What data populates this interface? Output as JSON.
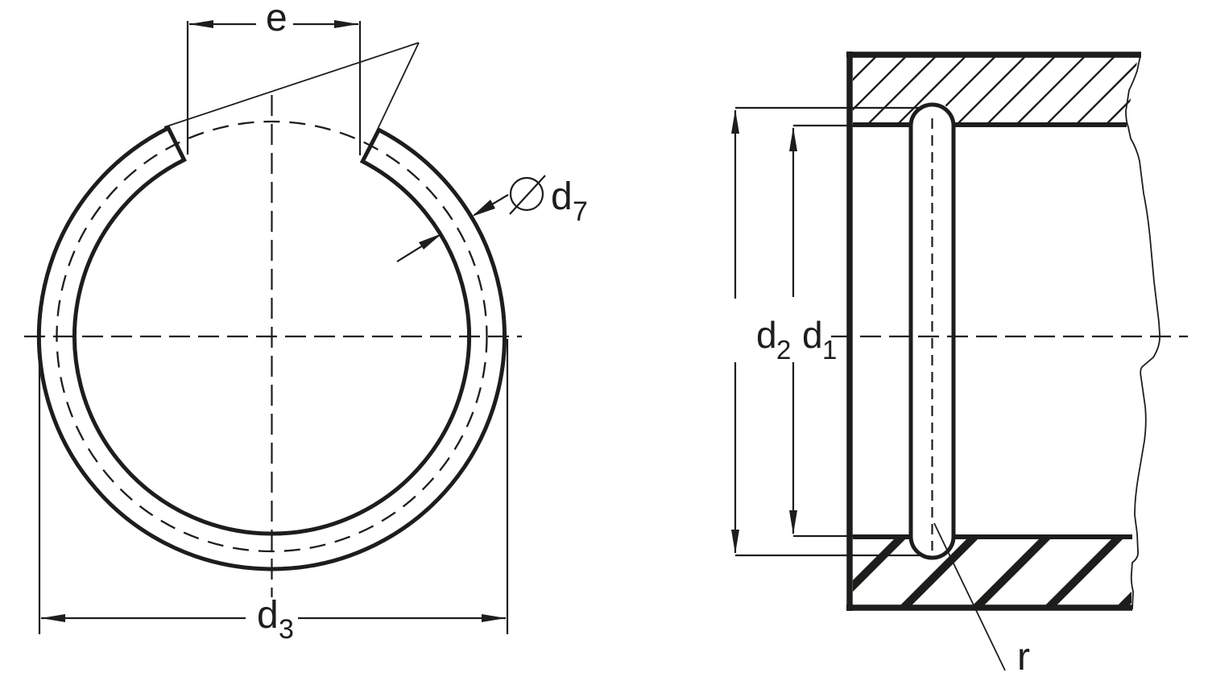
{
  "background": "#ffffff",
  "ink_color": "#1d1d1b",
  "figure": {
    "type": "technical-drawing",
    "front_view": {
      "dimensions": {
        "gap_width": "e",
        "outer_diameter": {
          "main": "d",
          "sub": "3"
        },
        "wire_diameter": {
          "symbol": "⌀",
          "main": "d",
          "sub": "7"
        }
      }
    },
    "section_view": {
      "dimensions": {
        "groove_diameter": {
          "main": "d",
          "sub": "2"
        },
        "bore_diameter": {
          "main": "d",
          "sub": "1"
        },
        "end_radius": "r"
      }
    }
  }
}
